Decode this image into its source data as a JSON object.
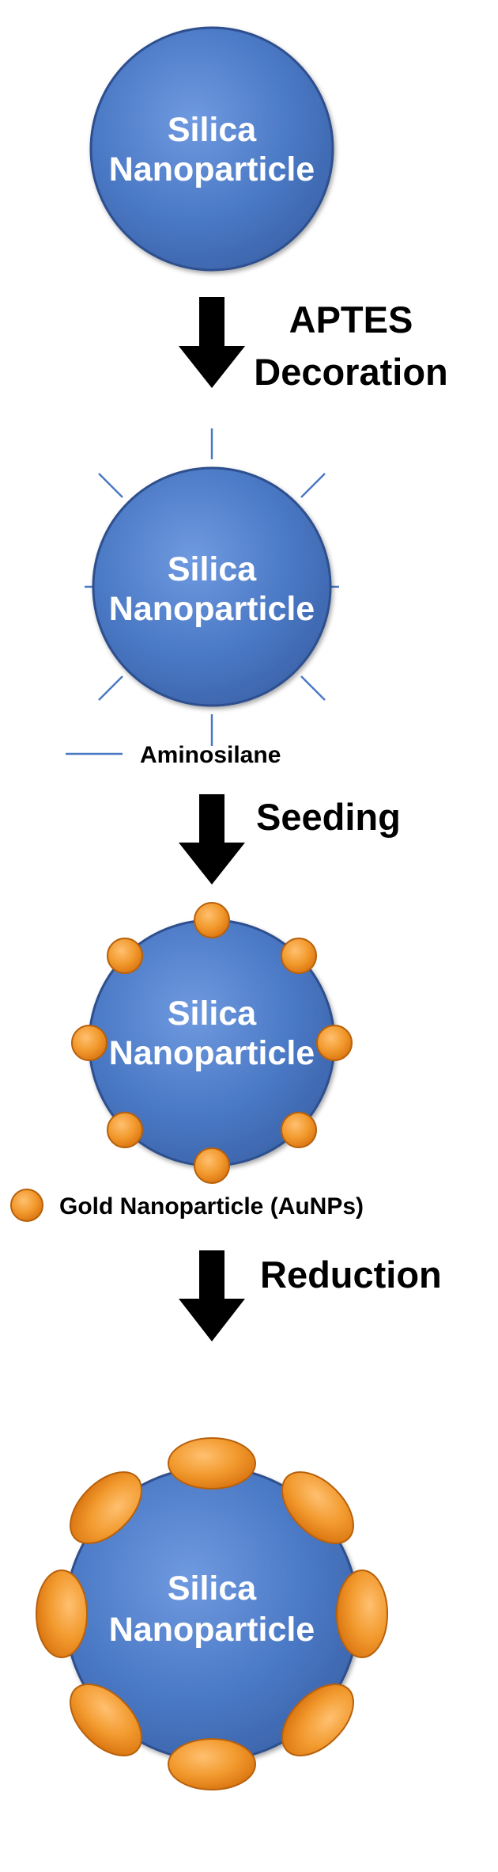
{
  "diagram": {
    "core_label_line1": "Silica",
    "core_label_line2": "Nanoparticle",
    "steps": [
      {
        "line1": "APTES",
        "line2": "Decoration"
      },
      {
        "line1": "Seeding"
      },
      {
        "line1": "Reduction"
      }
    ],
    "legends": {
      "aminosilane": "Aminosilane",
      "gold": "Gold Nanoparticle (AuNPs)"
    },
    "colors": {
      "core": "#4a78c4",
      "core_edge": "#2e4f8e",
      "gold": "#f08c1e",
      "gold_edge": "#b8610c",
      "linker": "#4a78c4",
      "arrow": "#000000"
    }
  }
}
